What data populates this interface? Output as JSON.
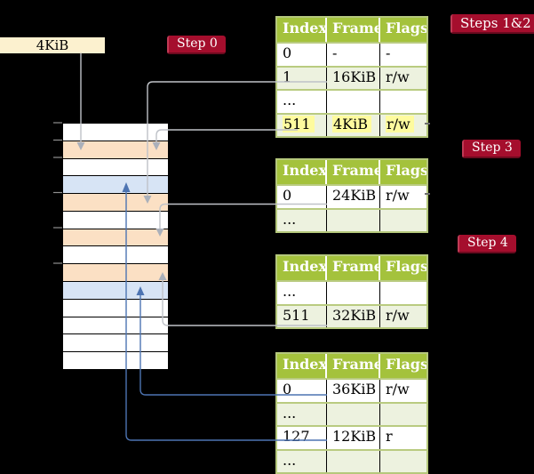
{
  "free_frame_box": {
    "label": "4KiB",
    "bg": "#fcf1cf"
  },
  "badges": {
    "step0": "Step 0",
    "steps12": "Steps 1&2",
    "step3": "Step 3",
    "step4": "Step 4"
  },
  "colors": {
    "badge_red": "#a50e2d",
    "table_header_green": "#a4c23c",
    "table_border_olive": "#b5c87c",
    "row_shade_green": "#edf2df",
    "highlight_yellow": "#fefb9e",
    "frame_orange": "#fbe0c4",
    "frame_blue": "#d7e4f5",
    "gray_arrow": "#bfc2c8",
    "blue_arrow": "#4d74b2",
    "background": "#000000"
  },
  "physical_memory": {
    "description": "stack of 4KiB physical frames",
    "rows": [
      "white",
      "orange",
      "white",
      "blue",
      "orange",
      "white",
      "orange",
      "white",
      "orange",
      "blue",
      "white",
      "white",
      "white",
      "white"
    ]
  },
  "page_tables": [
    {
      "id": "pt1",
      "headers": [
        "Index",
        "Frame",
        "Flags"
      ],
      "rows": [
        {
          "cells": [
            "0",
            "-",
            "-"
          ],
          "shaded": false,
          "highlighted": false
        },
        {
          "cells": [
            "1",
            "16KiB",
            "r/w"
          ],
          "shaded": true,
          "highlighted": false
        },
        {
          "cells": [
            "...",
            "",
            ""
          ],
          "shaded": false,
          "highlighted": false
        },
        {
          "cells": [
            "511",
            "4KiB",
            "r/w"
          ],
          "shaded": true,
          "highlighted": true
        }
      ]
    },
    {
      "id": "pt2",
      "headers": [
        "Index",
        "Frame",
        "Flags"
      ],
      "rows": [
        {
          "cells": [
            "0",
            "24KiB",
            "r/w"
          ],
          "shaded": false,
          "highlighted": false
        },
        {
          "cells": [
            "...",
            "",
            ""
          ],
          "shaded": true,
          "highlighted": false
        }
      ]
    },
    {
      "id": "pt3",
      "headers": [
        "Index",
        "Frame",
        "Flags"
      ],
      "rows": [
        {
          "cells": [
            "...",
            "",
            ""
          ],
          "shaded": false,
          "highlighted": false
        },
        {
          "cells": [
            "511",
            "32KiB",
            "r/w"
          ],
          "shaded": true,
          "highlighted": false
        }
      ]
    },
    {
      "id": "pt4",
      "headers": [
        "Index",
        "Frame",
        "Flags"
      ],
      "rows": [
        {
          "cells": [
            "0",
            "36KiB",
            "r/w"
          ],
          "shaded": false,
          "highlighted": false
        },
        {
          "cells": [
            "...",
            "",
            ""
          ],
          "shaded": true,
          "highlighted": false
        },
        {
          "cells": [
            "127",
            "12KiB",
            "r"
          ],
          "shaded": false,
          "highlighted": false
        },
        {
          "cells": [
            "...",
            "",
            ""
          ],
          "shaded": true,
          "highlighted": false
        }
      ]
    }
  ]
}
